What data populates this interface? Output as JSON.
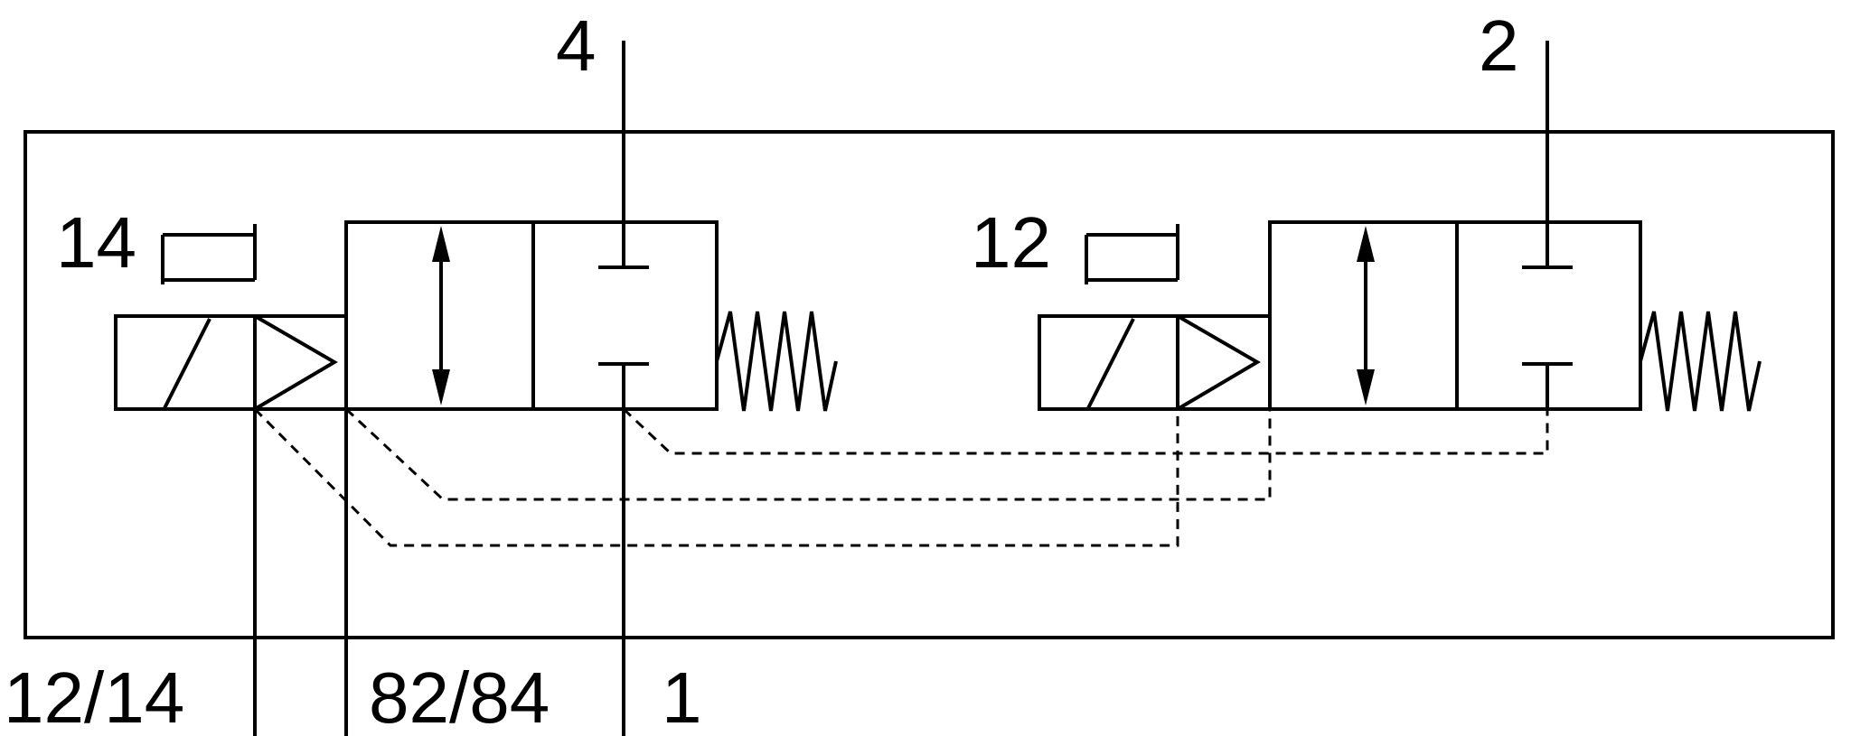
{
  "diagram": {
    "ports": {
      "top_left": "4",
      "top_right": "2",
      "pilot_left": "14",
      "pilot_right": "12",
      "bottom_pilot_supply": "12/14",
      "bottom_pilot_exhaust": "82/84",
      "bottom_supply": "1"
    },
    "colors": {
      "stroke": "#000000",
      "background": "#ffffff"
    }
  }
}
